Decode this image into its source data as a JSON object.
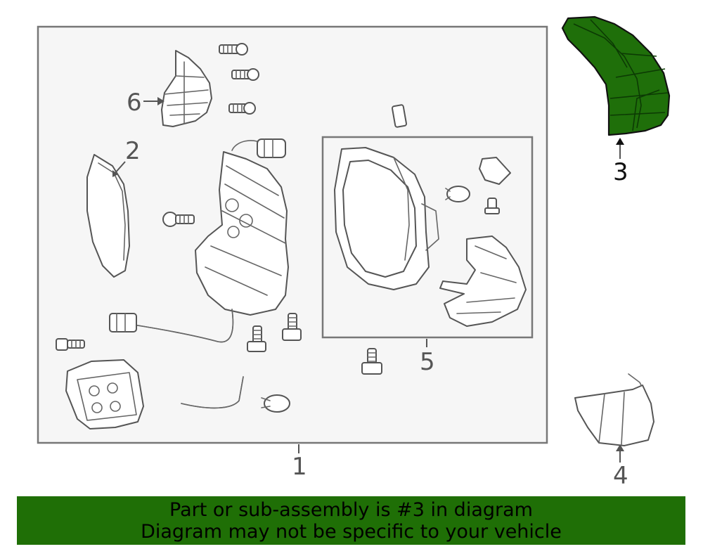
{
  "diagram": {
    "callouts": [
      {
        "number": "1",
        "part": "mirror assembly box"
      },
      {
        "number": "2",
        "part": "mirror glass"
      },
      {
        "number": "3",
        "part": "mirror cover (highlighted)"
      },
      {
        "number": "4",
        "part": "lower cover"
      },
      {
        "number": "5",
        "part": "housing sub-assembly"
      },
      {
        "number": "6",
        "part": "turn signal lamp"
      }
    ],
    "highlight_color": "#1f6f0a"
  },
  "banner": {
    "line1": "Part or sub-assembly is #3 in diagram",
    "line2": "Diagram may not be specific to your vehicle",
    "background": "#1f6f06"
  }
}
